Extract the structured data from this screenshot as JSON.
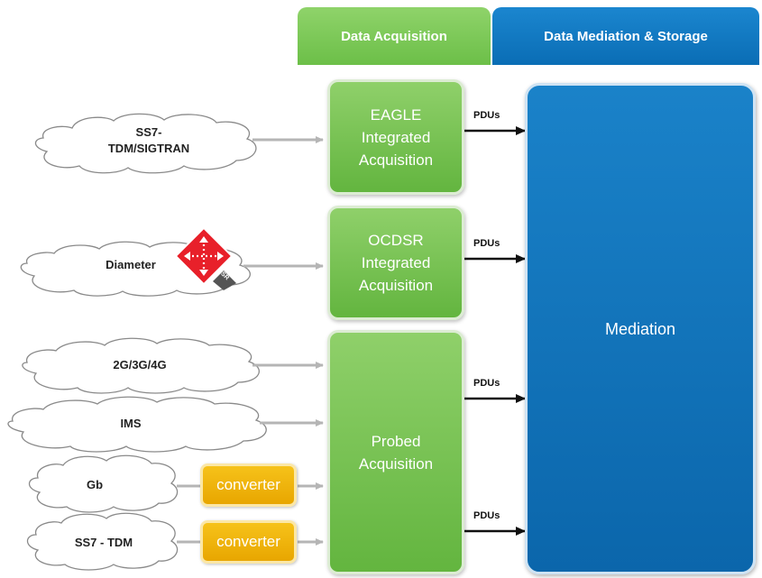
{
  "tabs": {
    "acquisition": "Data Acquisition",
    "mediation": "Data Mediation & Storage"
  },
  "sources": {
    "ss7_sigtran": "SS7-\nTDM/SIGTRAN",
    "diameter": "Diameter",
    "gen": "2G/3G/4G",
    "ims": "IMS",
    "gb": "Gb",
    "ss7_tdm": "SS7 - TDM"
  },
  "dsr_badge": "DSR",
  "boxes": {
    "eagle": "EAGLE\nIntegrated\nAcquisition",
    "ocdsr": "OCDSR\nIntegrated\nAcquisition",
    "probed": "Probed\nAcquisition",
    "mediation": "Mediation"
  },
  "converters": [
    "converter",
    "converter"
  ],
  "pdu_labels": [
    "PDUs",
    "PDUs",
    "PDUs",
    "PDUs"
  ],
  "colors": {
    "green": "#6cbf48",
    "blue": "#0a6db5",
    "yellow": "#f2b50c",
    "red": "#e8202a"
  }
}
